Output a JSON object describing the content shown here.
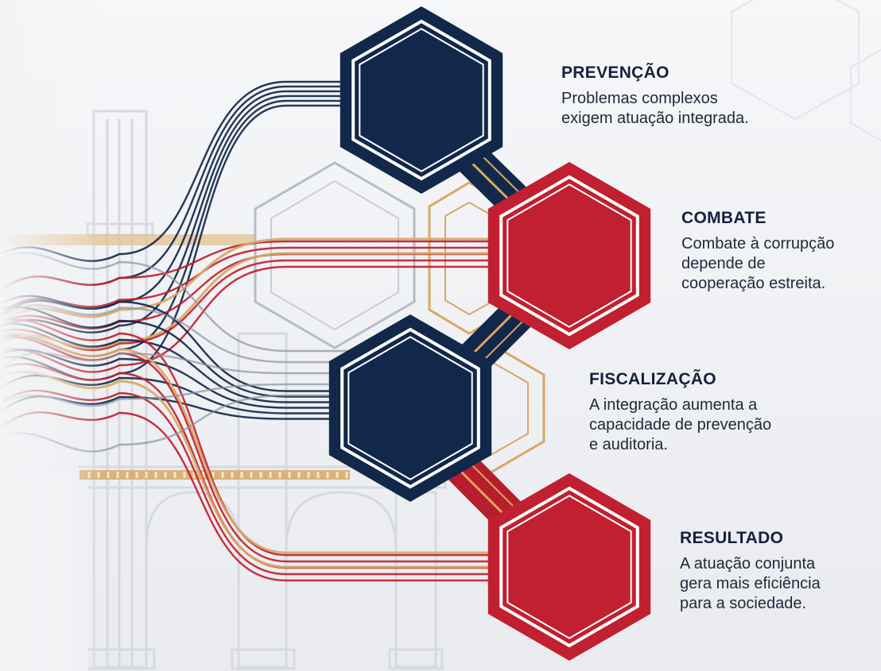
{
  "colors": {
    "navy": "#12284a",
    "red": "#c0202f",
    "gold": "#d7a865",
    "grey_line": "#8c929c",
    "background": "#f3f4f6",
    "architecture": "#d9dde3"
  },
  "steps": [
    {
      "title": "PREVENÇÃO",
      "lines": [
        "Problemas complexos",
        "exigem atuação integrada."
      ],
      "color": "navy"
    },
    {
      "title": "COMBATE",
      "lines": [
        "Combate à corrupção",
        "depende de",
        "cooperação estreita."
      ],
      "color": "red"
    },
    {
      "title": "FISCALIZAÇÃO",
      "lines": [
        "A integração aumenta a",
        "capacidade de prevenção",
        "e auditoria."
      ],
      "color": "navy"
    },
    {
      "title": "RESULTADO",
      "lines": [
        "A atuação conjunta",
        "gera mais eficiência",
        "para a sociedade."
      ],
      "color": "red"
    }
  ]
}
